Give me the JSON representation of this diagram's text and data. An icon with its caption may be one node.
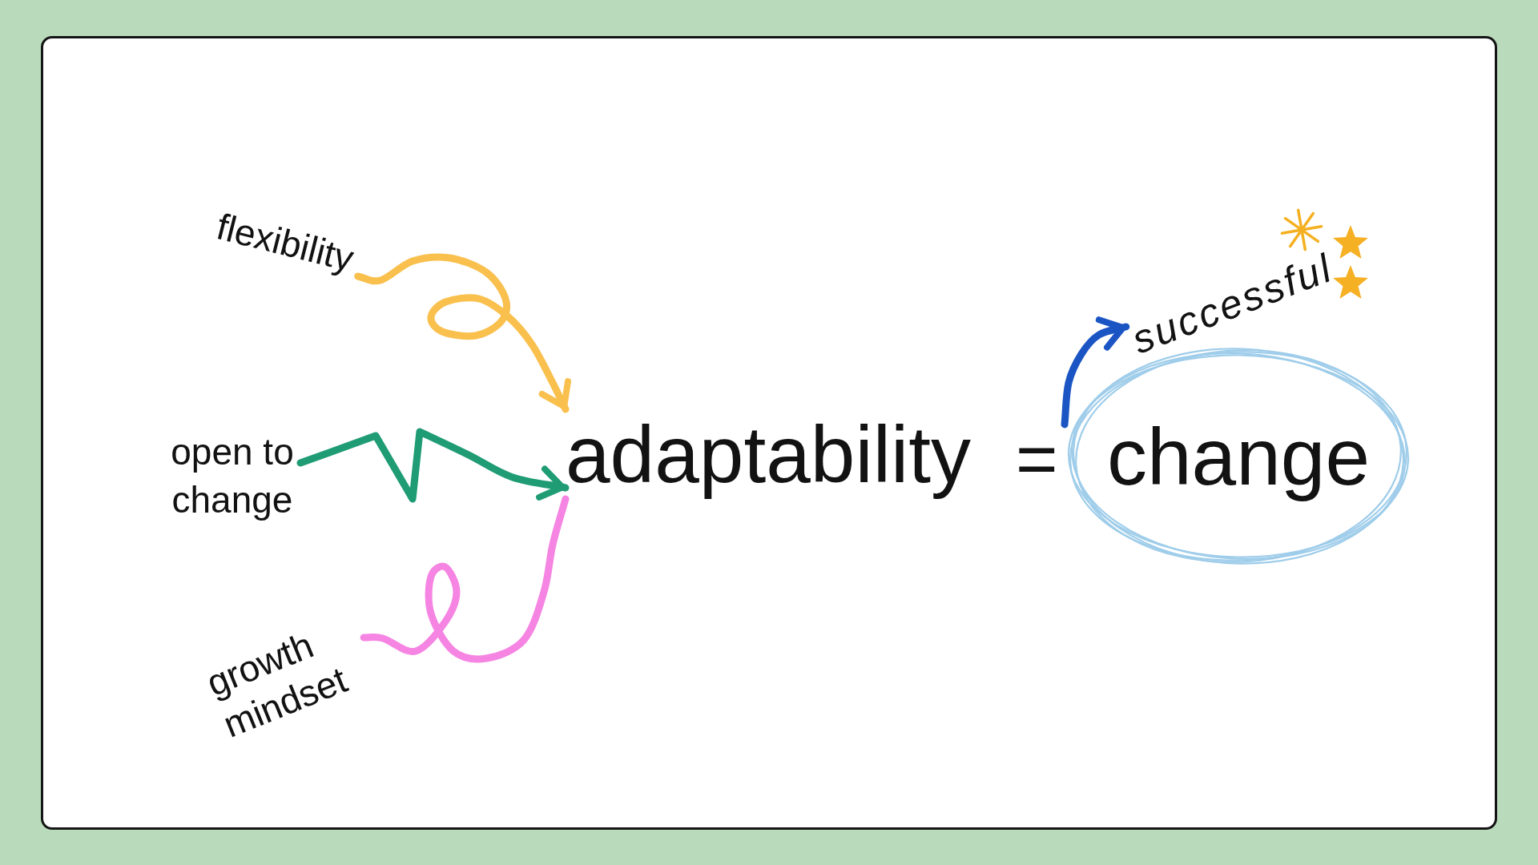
{
  "diagram": {
    "nodes": [
      {
        "text": [
          "flexibility"
        ]
      },
      {
        "text": [
          "open to change"
        ]
      },
      {
        "text": [
          "growth mindset"
        ]
      },
      {
        "text": [
          "adaptability"
        ]
      },
      {
        "text": [
          "change"
        ]
      },
      {
        "text": [
          "successful"
        ]
      }
    ],
    "edges": [
      {
        "from": 0,
        "to": 3,
        "arrow": "to",
        "color": "#f9c04e"
      },
      {
        "from": 1,
        "to": 3,
        "arrow": "to",
        "color": "#1f9c74"
      },
      {
        "from": 2,
        "to": 3,
        "arrow": "none",
        "color": "#f584e2"
      },
      {
        "from": 4,
        "to": 5,
        "arrow": "to",
        "color": "#1b55c4"
      }
    ],
    "labels": [
      "="
    ]
  }
}
